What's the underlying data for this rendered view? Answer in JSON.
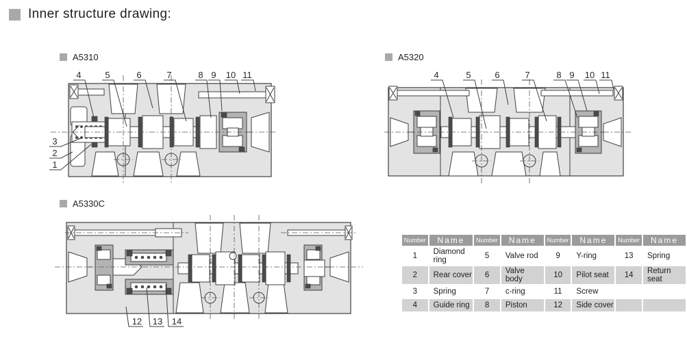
{
  "title": "Inner structure drawing:",
  "colors": {
    "bullet_gray": "#a9a9a9",
    "table_header_gray": "#9b9b9b",
    "table_alt_row_gray": "#d2d2d2",
    "diagram_body_fill": "#e3e3e3",
    "diagram_seal_dark": "#4b4b4b",
    "diagram_frame_gray": "#b3b3b3"
  },
  "diagrams": {
    "a5310": {
      "label": "A5310",
      "top_callouts": [
        "4",
        "5",
        "6",
        "7",
        "8",
        "9",
        "10",
        "11"
      ],
      "left_callouts": [
        "3",
        "2",
        "1"
      ]
    },
    "a5320": {
      "label": "A5320",
      "top_callouts": [
        "4",
        "5",
        "6",
        "7",
        "8",
        "9",
        "10",
        "11"
      ]
    },
    "a5330c": {
      "label": "A5330C",
      "bottom_callouts": [
        "12",
        "13",
        "14"
      ]
    }
  },
  "table": {
    "headers": [
      "Number",
      "Name",
      "Number",
      "Name",
      "Number",
      "Name",
      "Number",
      "Name"
    ],
    "rows": [
      [
        "1",
        "Diamond ring",
        "5",
        "Valve rod",
        "9",
        "Y-ring",
        "13",
        "Spring"
      ],
      [
        "2",
        "Rear cover",
        "6",
        "Valve body",
        "10",
        "Pilot seat",
        "14",
        "Return seat"
      ],
      [
        "3",
        "Spring",
        "7",
        "c-ring",
        "11",
        "Screw",
        "",
        ""
      ],
      [
        "4",
        "Guide ring",
        "8",
        "Piston",
        "12",
        "Side cover",
        "",
        ""
      ]
    ]
  }
}
